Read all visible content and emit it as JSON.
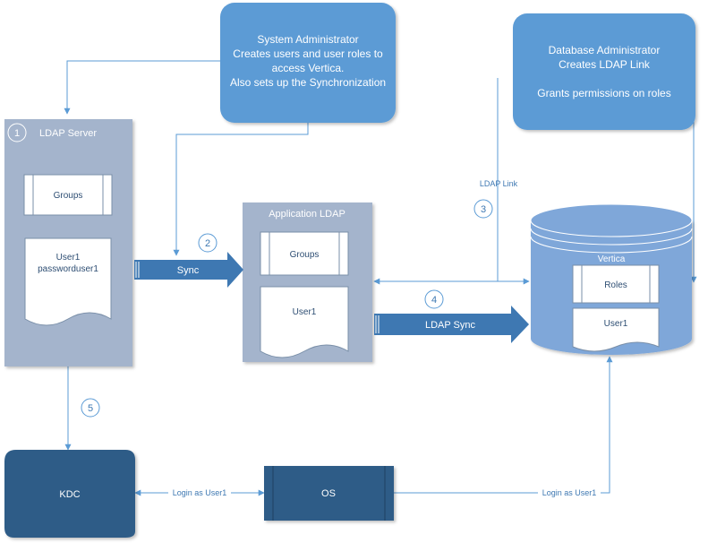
{
  "sysadmin": {
    "line1": "System Administrator",
    "line2": "Creates users and user roles to",
    "line3": "access Vertica.",
    "line4": "Also sets up the Synchronization"
  },
  "dbadmin": {
    "line1": "Database Administrator",
    "line2": "Creates LDAP Link",
    "line3": "Grants permissions on roles"
  },
  "ldap_server": {
    "number": "1",
    "title": "LDAP Server",
    "groups": "Groups",
    "user_line1": "User1",
    "user_line2": "passworduser1"
  },
  "app_ldap": {
    "title": "Application LDAP",
    "groups": "Groups",
    "user": "User1"
  },
  "vertica": {
    "title": "Vertica",
    "roles": "Roles",
    "user": "User1"
  },
  "steps": {
    "s1": "1",
    "s2": "2",
    "s3": "3",
    "s4": "4",
    "s5": "5"
  },
  "labels": {
    "sync": "Sync",
    "ldap_sync": "LDAP Sync",
    "ldap_link": "LDAP Link",
    "login_kdc": "Login as User1",
    "login_vertica": "Login as User1"
  },
  "kdc": {
    "label": "KDC"
  },
  "os": {
    "label": "OS"
  },
  "colors": {
    "blue_box": "#5b9bd5",
    "container": "#a4b4cc",
    "vertica": "#7fa7d9",
    "dark": "#2e5b87",
    "arrow": "#3e78b2",
    "line": "#5b9bd5"
  }
}
